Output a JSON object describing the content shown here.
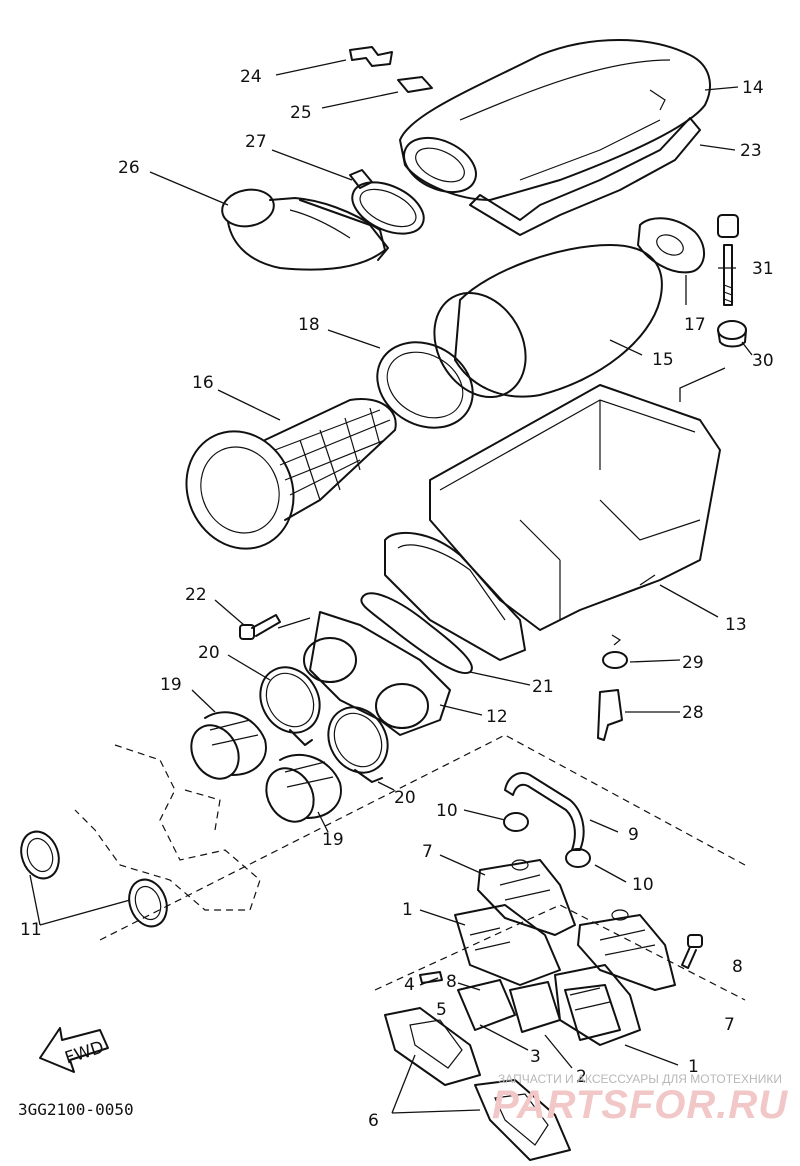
{
  "diagram": {
    "part_labels": [
      {
        "id": "lbl-24",
        "text": "24"
      },
      {
        "id": "lbl-25",
        "text": "25"
      },
      {
        "id": "lbl-27",
        "text": "27"
      },
      {
        "id": "lbl-26",
        "text": "26"
      },
      {
        "id": "lbl-14",
        "text": "14"
      },
      {
        "id": "lbl-23",
        "text": "23"
      },
      {
        "id": "lbl-31",
        "text": "31"
      },
      {
        "id": "lbl-17",
        "text": "17"
      },
      {
        "id": "lbl-30",
        "text": "30"
      },
      {
        "id": "lbl-18",
        "text": "18"
      },
      {
        "id": "lbl-15",
        "text": "15"
      },
      {
        "id": "lbl-16",
        "text": "16"
      },
      {
        "id": "lbl-13",
        "text": "13"
      },
      {
        "id": "lbl-22",
        "text": "22"
      },
      {
        "id": "lbl-20a",
        "text": "20"
      },
      {
        "id": "lbl-29",
        "text": "29"
      },
      {
        "id": "lbl-19a",
        "text": "19"
      },
      {
        "id": "lbl-21",
        "text": "21"
      },
      {
        "id": "lbl-12",
        "text": "12"
      },
      {
        "id": "lbl-28",
        "text": "28"
      },
      {
        "id": "lbl-20b",
        "text": "20"
      },
      {
        "id": "lbl-19b",
        "text": "19"
      },
      {
        "id": "lbl-10a",
        "text": "10"
      },
      {
        "id": "lbl-9",
        "text": "9"
      },
      {
        "id": "lbl-7a",
        "text": "7"
      },
      {
        "id": "lbl-10b",
        "text": "10"
      },
      {
        "id": "lbl-11",
        "text": "11"
      },
      {
        "id": "lbl-1a",
        "text": "1"
      },
      {
        "id": "lbl-8a",
        "text": "8"
      },
      {
        "id": "lbl-4",
        "text": "4"
      },
      {
        "id": "lbl-8b",
        "text": "8"
      },
      {
        "id": "lbl-5",
        "text": "5"
      },
      {
        "id": "lbl-7b",
        "text": "7"
      },
      {
        "id": "lbl-3",
        "text": "3"
      },
      {
        "id": "lbl-2",
        "text": "2"
      },
      {
        "id": "lbl-1b",
        "text": "1"
      },
      {
        "id": "lbl-6",
        "text": "6"
      }
    ],
    "direction_arrow": "FWD",
    "drawing_code": "3GG2100-0050"
  },
  "watermark": {
    "tagline": "ЗАПЧАСТИ И АКСЕССУАРЫ ДЛЯ МОТОТЕХНИКИ",
    "brand": "PARTSFOR.RU"
  }
}
